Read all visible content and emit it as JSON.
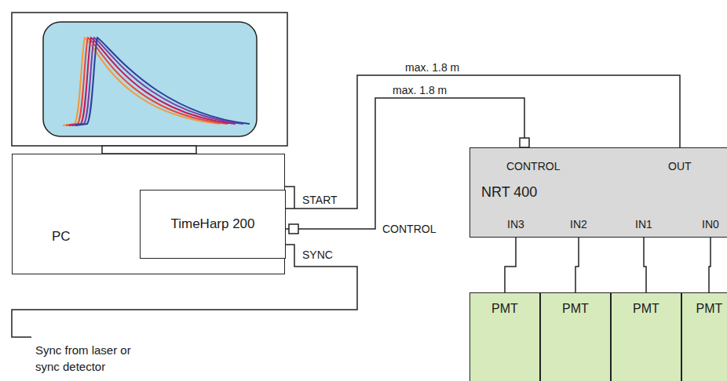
{
  "diagram": {
    "nodes": [
      {
        "text": [
          "PC"
        ]
      },
      {
        "text": [
          "TimeHarp 200"
        ],
        "in": 0
      },
      {
        "text": [
          "NRT 400"
        ]
      },
      {
        "text": [
          "PMT"
        ]
      },
      {
        "text": [
          "PMT"
        ]
      },
      {
        "text": [
          "PMT"
        ]
      },
      {
        "text": [
          "PMT"
        ]
      }
    ],
    "edges": [
      {
        "from": 1,
        "to": 2,
        "label": "max. 1.8 m",
        "arrow": "none"
      },
      {
        "from": 1,
        "to": 2,
        "label": "max. 1.8 m",
        "arrow": "none"
      },
      {
        "from": 2,
        "to": 3,
        "arrow": "none"
      },
      {
        "from": 2,
        "to": 4,
        "arrow": "none"
      },
      {
        "from": 2,
        "to": 5,
        "arrow": "none"
      },
      {
        "from": 2,
        "to": 6,
        "arrow": "none"
      }
    ],
    "labels": [
      "START",
      "CONTROL",
      "SYNC",
      "CONTROL",
      "OUT",
      "IN3",
      "IN2",
      "IN1",
      "IN0",
      "Sync from laser or sync detector"
    ]
  }
}
